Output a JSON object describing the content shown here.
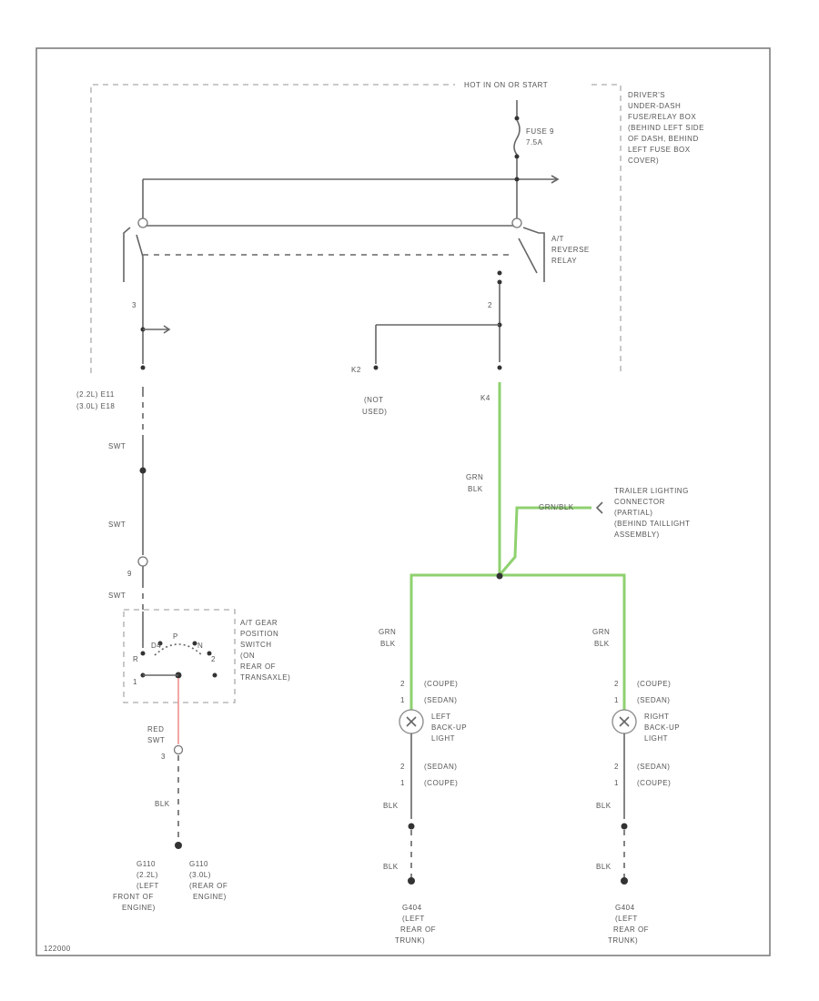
{
  "hot_label": "HOT IN ON OR START",
  "fuse_box_label": [
    "DRIVER'S",
    "UNDER-DASH",
    "FUSE/RELAY BOX",
    "(BEHIND LEFT SIDE",
    "OF DASH, BEHIND",
    "LEFT FUSE BOX",
    "COVER)"
  ],
  "fuse_label": [
    "FUSE 9",
    "7.5A"
  ],
  "relay_label": [
    "A/T",
    "REVERSE",
    "RELAY"
  ],
  "pin_left_top": "3",
  "pin_right_top": "2",
  "connector_left_a": "(2.2L) E11",
  "connector_left_b": "(3.0L) E18",
  "connector_k2": "K2",
  "connector_k4": "K4",
  "not_used": [
    "(NOT",
    "USED)"
  ],
  "wire_left_1": "SWT",
  "wire_left_2": "SWT",
  "pin_left_9": "9",
  "wire_left_3": "SWT",
  "wire_grn_blk": [
    "GRN",
    "BLK"
  ],
  "trailer_wire": "GRN/BLK",
  "trailer_connector": [
    "TRAILER LIGHTING",
    "CONNECTOR",
    "(PARTIAL)",
    "(BEHIND TAILLIGHT",
    "ASSEMBLY)"
  ],
  "switch_positions": {
    "r": "R",
    "dr": "D4",
    "p": "P",
    "n": "N",
    "d2": "2",
    "d1": "1"
  },
  "switch_label": [
    "A/T GEAR",
    "POSITION",
    "SWITCH",
    "(ON",
    "REAR OF",
    "TRANSAXLE)"
  ],
  "wire_left_red": [
    "RED",
    "SWT"
  ],
  "pin_left_red": "3",
  "wire_blk_left": "BLK",
  "ground_left_a": [
    "G110",
    "(2.2L)",
    "(LEFT",
    "FRONT OF",
    "ENGINE)"
  ],
  "ground_left_b": [
    "G110",
    "(3.0L)",
    "(REAR OF",
    "ENGINE)"
  ],
  "left_light": {
    "wire_top": [
      "GRN",
      "BLK"
    ],
    "pin_top": [
      "2",
      "1"
    ],
    "variant_top": [
      "(COUPE)",
      "(SEDAN)"
    ],
    "label": [
      "LEFT",
      "BACK-UP",
      "LIGHT"
    ],
    "pin_bot": [
      "2",
      "1"
    ],
    "variant_bot": [
      "(SEDAN)",
      "(COUPE)"
    ],
    "wire_blk_1": "BLK",
    "wire_blk_2": "BLK",
    "ground": [
      "G404",
      "(LEFT",
      "REAR OF",
      "TRUNK)"
    ]
  },
  "right_light": {
    "wire_top": [
      "GRN",
      "BLK"
    ],
    "pin_top": [
      "2",
      "1"
    ],
    "variant_top": [
      "(COUPE)",
      "(SEDAN)"
    ],
    "label": [
      "RIGHT",
      "BACK-UP",
      "LIGHT"
    ],
    "pin_bot": [
      "2",
      "1"
    ],
    "variant_bot": [
      "(SEDAN)",
      "(COUPE)"
    ],
    "wire_blk_1": "BLK",
    "wire_blk_2": "BLK",
    "ground": [
      "G404",
      "(LEFT",
      "REAR OF",
      "TRUNK)"
    ]
  },
  "footer_code": "122000",
  "colors": {
    "wire": "#666666",
    "green_wire": "#8fd16f",
    "red_wire": "#ee8888"
  }
}
